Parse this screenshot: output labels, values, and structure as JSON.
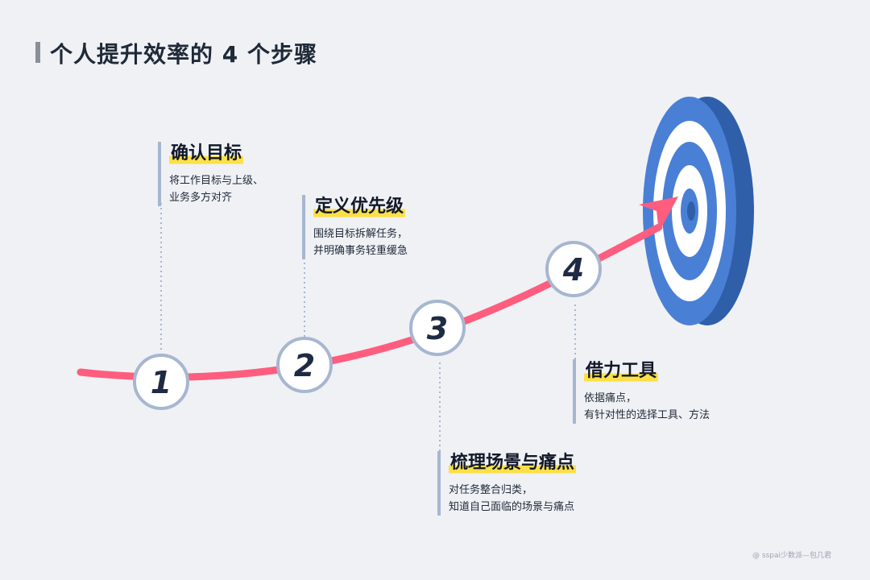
{
  "title": "个人提升效率的 4 个步骤",
  "steps": [
    {
      "number": "1",
      "title": "确认目标",
      "desc": [
        "将工作目标与上级、",
        "业务多方对齐"
      ]
    },
    {
      "number": "2",
      "title": "定义优先级",
      "desc": [
        "围绕目标拆解任务，",
        "并明确事务轻重缓急"
      ]
    },
    {
      "number": "3",
      "title": "梳理场景与痛点",
      "desc": [
        "对任务整合归类，",
        "知道自己面临的场景与痛点"
      ]
    },
    {
      "number": "4",
      "title": "借力工具",
      "desc": [
        "依据痛点，",
        "有针对性的选择工具、方法"
      ]
    }
  ],
  "watermark": "@ sspai少数派—包几君",
  "colors": {
    "curve": "#ff5d7e",
    "circle_border": "#a7b6d0",
    "target_blue": "#4a7fd6",
    "target_dark": "#2f5fa8",
    "highlight": "#fde047",
    "background": "#eff1f5"
  },
  "icons": [
    "target-icon",
    "arrow-icon"
  ]
}
